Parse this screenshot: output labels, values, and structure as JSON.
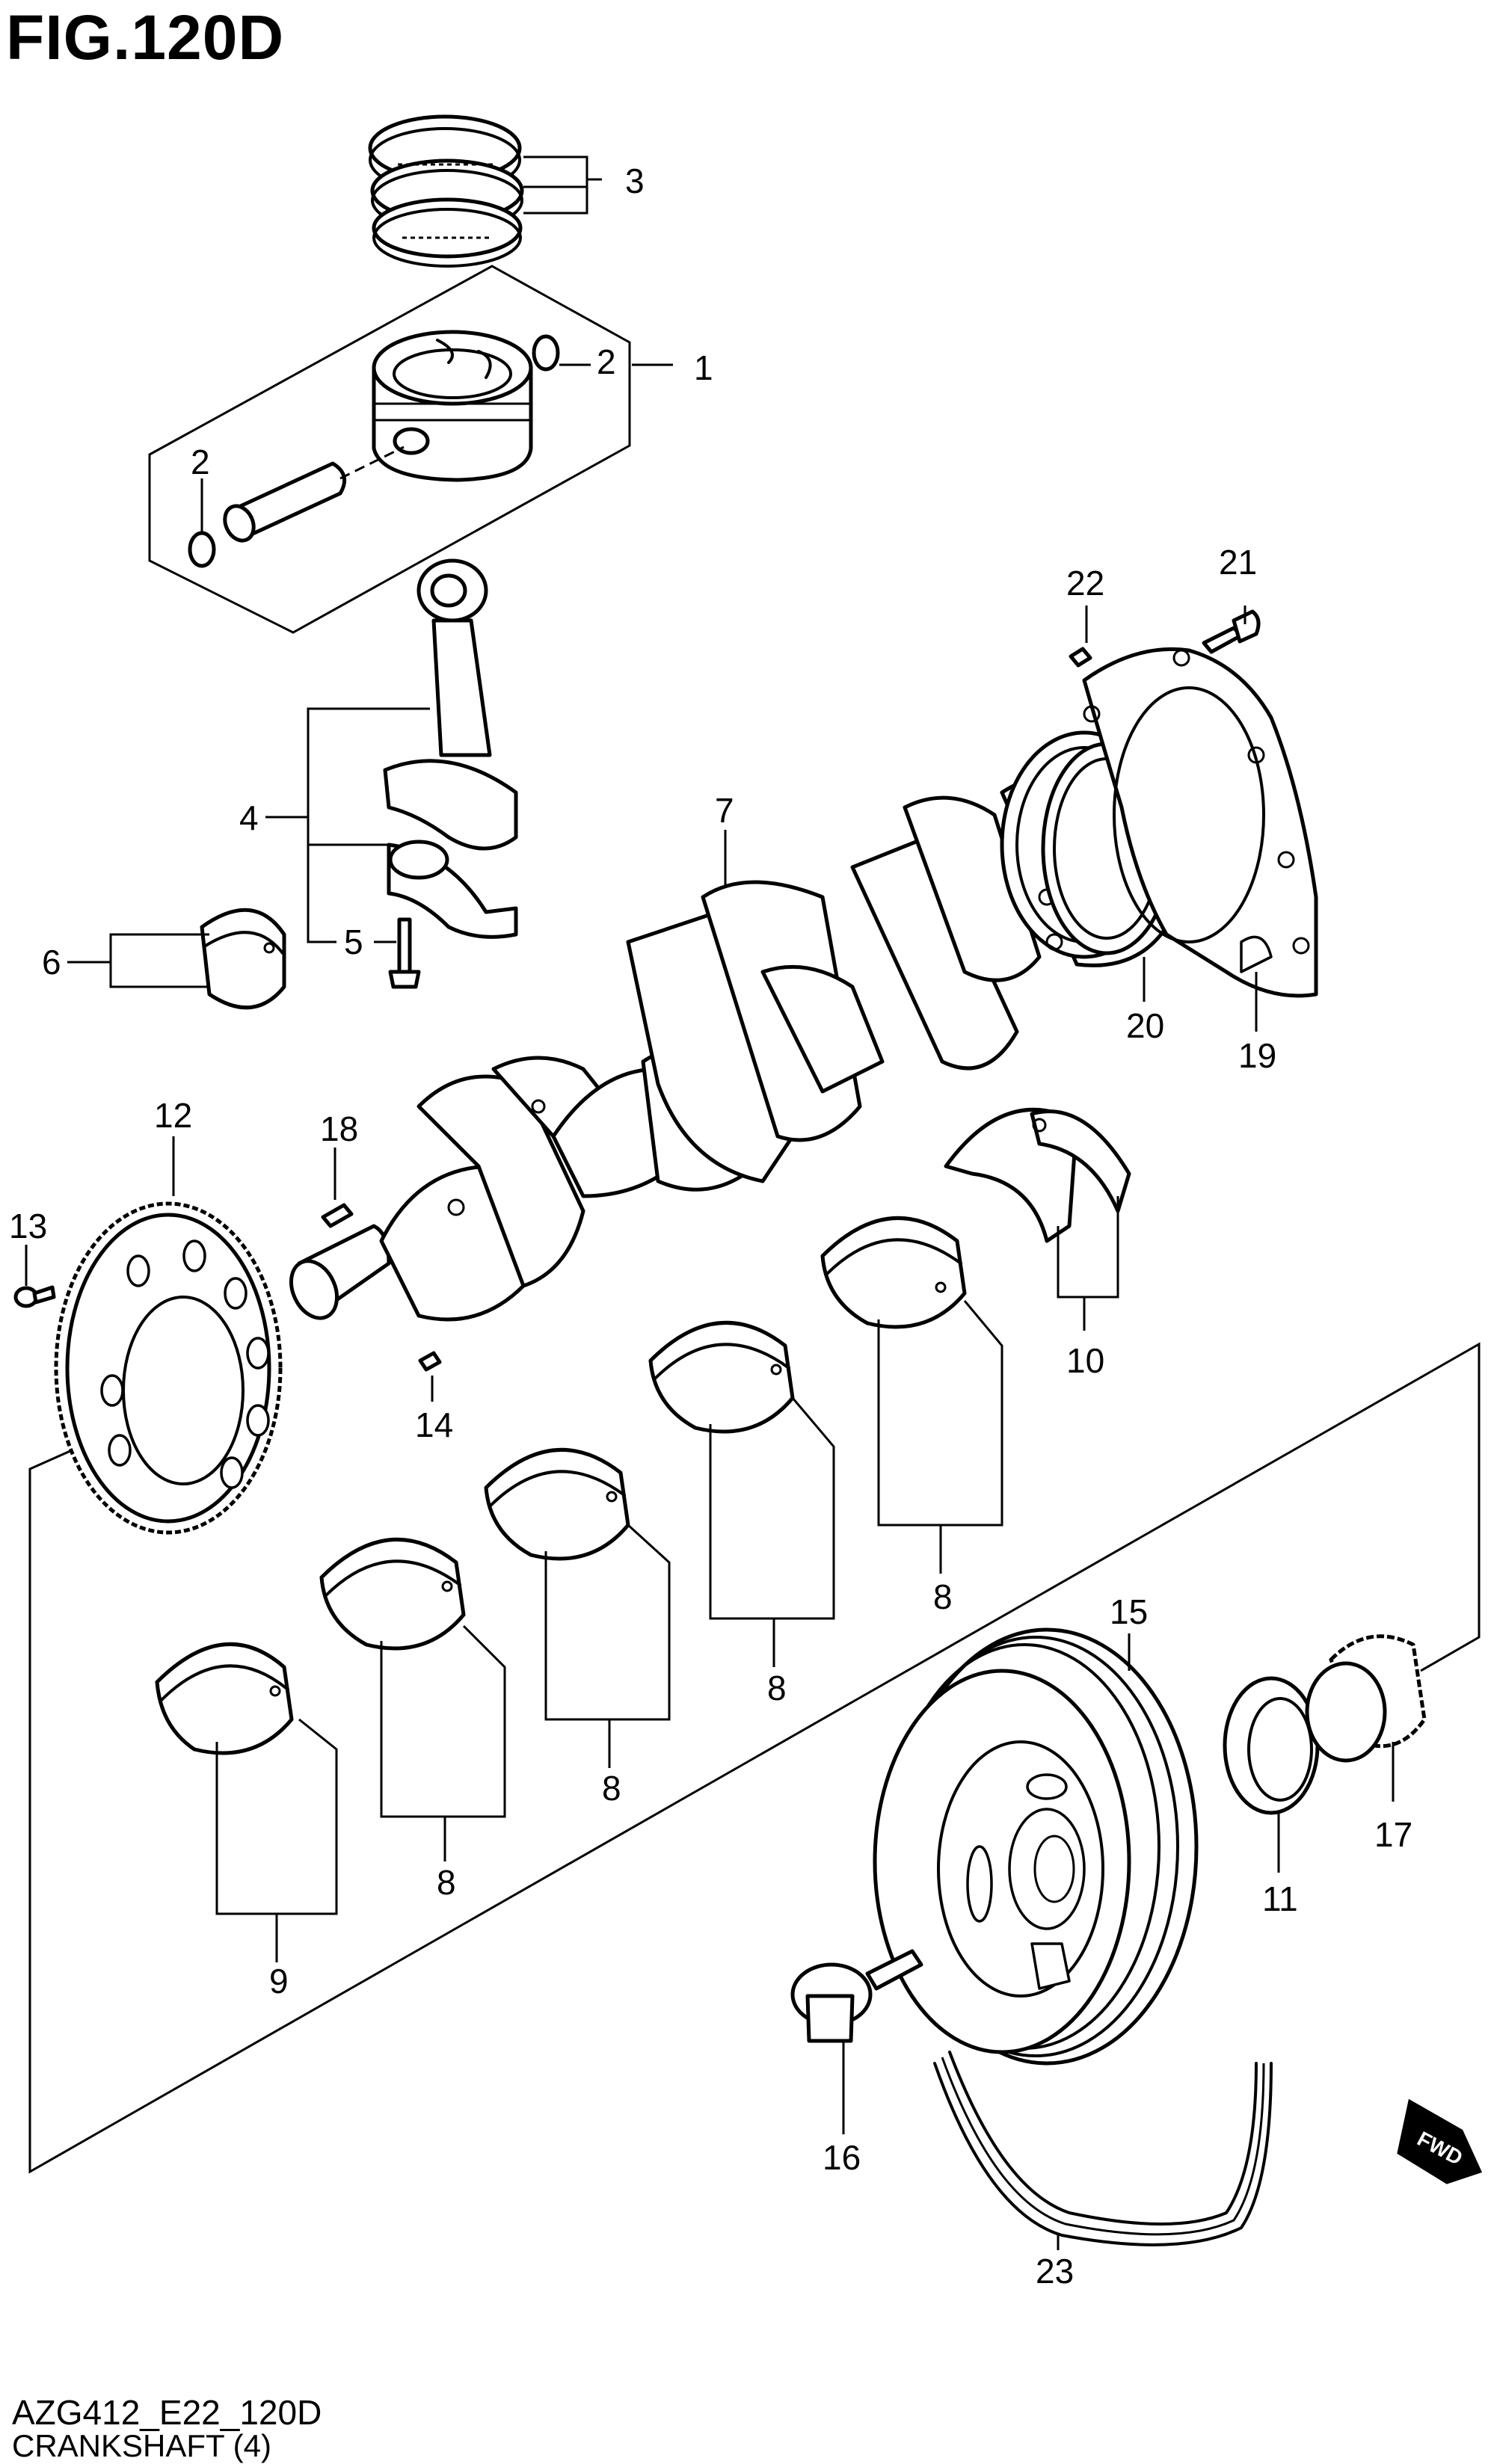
{
  "figure": {
    "title": "FIG.120D",
    "code": "AZG412_E22_120D",
    "caption": "CRANKSHAFT (4)",
    "fwd_badge": "FWD"
  },
  "callouts": {
    "c1": "1",
    "c2a": "2",
    "c2b": "2",
    "c3": "3",
    "c4": "4",
    "c5": "5",
    "c6": "6",
    "c7": "7",
    "c8a": "8",
    "c8b": "8",
    "c8c": "8",
    "c8d": "8",
    "c9": "9",
    "c10": "10",
    "c11": "11",
    "c12": "12",
    "c13": "13",
    "c14": "14",
    "c15": "15",
    "c16": "16",
    "c17": "17",
    "c18": "18",
    "c19": "19",
    "c20": "20",
    "c21": "21",
    "c22": "22",
    "c23": "23"
  }
}
